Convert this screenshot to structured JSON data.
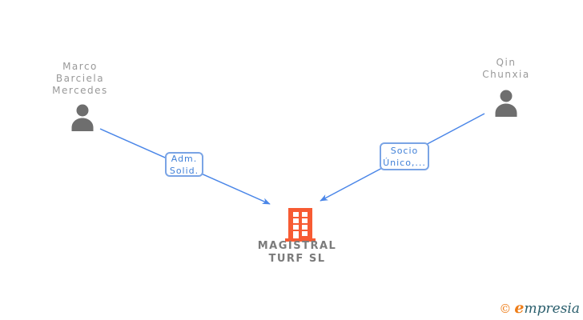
{
  "diagram": {
    "nodes": {
      "persons": [
        {
          "name": "Marco\nBarciela\nMercedes",
          "icon": "person-icon"
        },
        {
          "name": "Qin\nChunxia",
          "icon": "person-icon"
        }
      ],
      "company": {
        "name": "MAGISTRAL\nTURF SL",
        "icon": "building-icon"
      }
    },
    "edges": [
      {
        "label": "Adm.\nSolid."
      },
      {
        "label": "Socio\nÚnico,..."
      }
    ],
    "colors": {
      "edge_line": "#4a86e8",
      "edge_label_text": "#4080d8",
      "edge_label_border": "#7aa4e5",
      "person_icon": "#6e6e6e",
      "person_name_text": "#999999",
      "company_icon": "#f75b33",
      "company_name_text": "#7b7b7b"
    }
  },
  "watermark": {
    "copyright_symbol": "©",
    "brand_initial": "e",
    "brand_rest": "mpresia",
    "colors": {
      "symbol": "#ee7d18",
      "initial": "#ee7d18",
      "rest": "#2b5f6d"
    }
  }
}
